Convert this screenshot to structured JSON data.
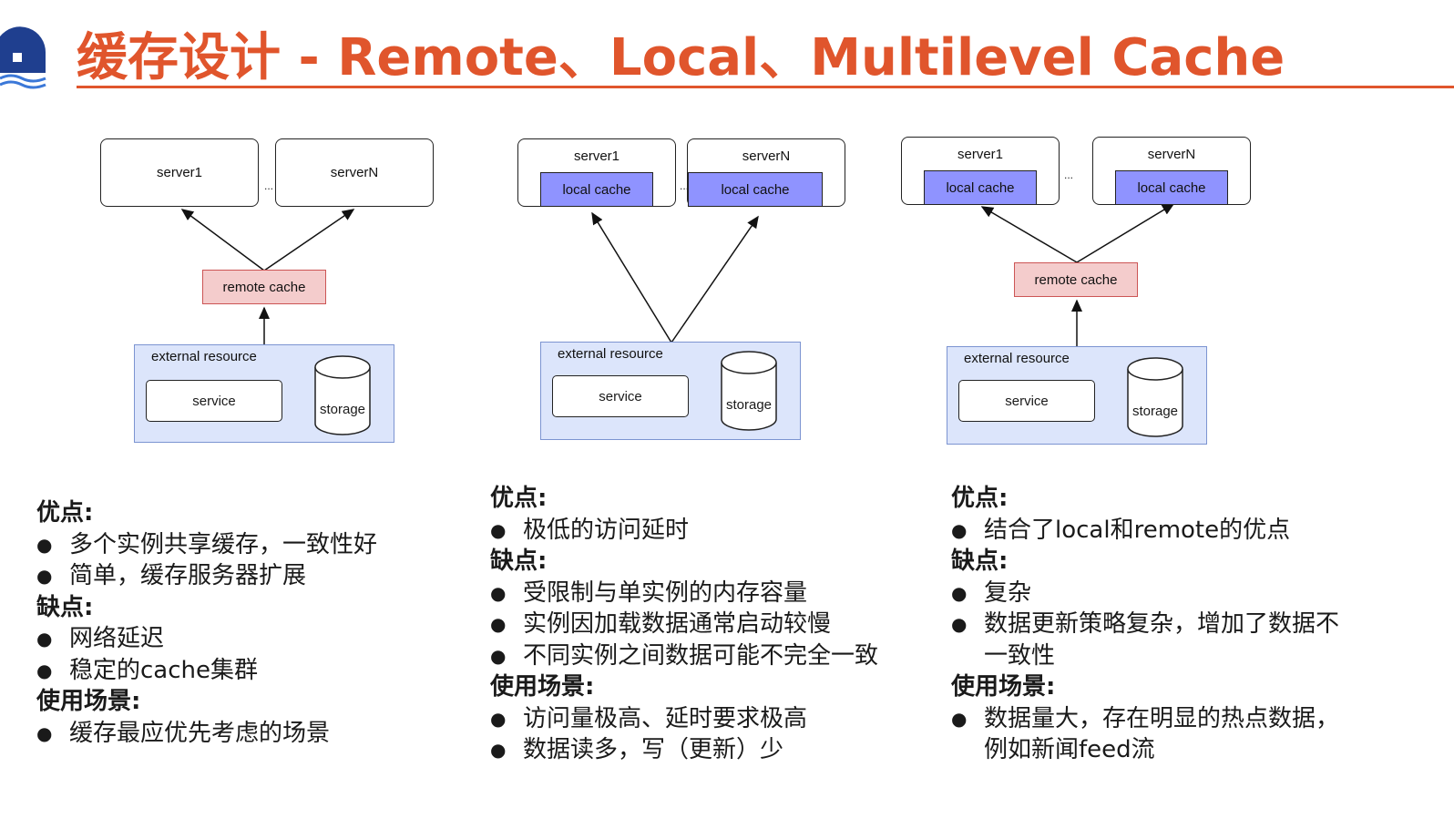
{
  "title": "缓存设计 - Remote、Local、Multilevel Cache",
  "colors": {
    "title": "#e0552c",
    "local_cache": "#8f93ff",
    "remote_cache": "#f4cccc",
    "external": "#dce5fb"
  },
  "diagram1": {
    "server1": "server1",
    "serverN": "serverN",
    "dots": "...",
    "remote_cache": "remote cache",
    "external_label": "external resource",
    "service": "service",
    "storage": "storage"
  },
  "diagram2": {
    "server1": "server1",
    "serverN": "serverN",
    "dots": "...",
    "local_cache_1": "local cache",
    "local_cache_2": "local cache",
    "external_label": "external resource",
    "service": "service",
    "storage": "storage"
  },
  "diagram3": {
    "server1": "server1",
    "serverN": "serverN",
    "dots": "...",
    "local_cache_1": "local cache",
    "local_cache_2": "local cache",
    "remote_cache": "remote cache",
    "external_label": "external resource",
    "service": "service",
    "storage": "storage"
  },
  "col1": {
    "pros_h": "优点:",
    "pros": [
      "多个实例共享缓存，一致性好",
      "简单，缓存服务器扩展"
    ],
    "cons_h": "缺点:",
    "cons": [
      "网络延迟",
      "稳定的cache集群"
    ],
    "use_h": "使用场景:",
    "use": [
      "缓存最应优先考虑的场景"
    ]
  },
  "col2": {
    "pros_h": "优点:",
    "pros": [
      "极低的访问延时"
    ],
    "cons_h": "缺点:",
    "cons": [
      "受限制与单实例的内存容量",
      "实例因加载数据通常启动较慢",
      "不同实例之间数据可能不完全一致"
    ],
    "use_h": "使用场景:",
    "use": [
      "访问量极高、延时要求极高",
      "数据读多，写（更新）少"
    ]
  },
  "col3": {
    "pros_h": "优点:",
    "pros": [
      "结合了local和remote的优点"
    ],
    "cons_h": "缺点:",
    "cons": [
      "复杂",
      "数据更新策略复杂，增加了数据不"
    ],
    "cons_cont": "一致性",
    "use_h": "使用场景:",
    "use": [
      "数据量大，存在明显的热点数据，"
    ],
    "use_cont": "例如新闻feed流"
  }
}
